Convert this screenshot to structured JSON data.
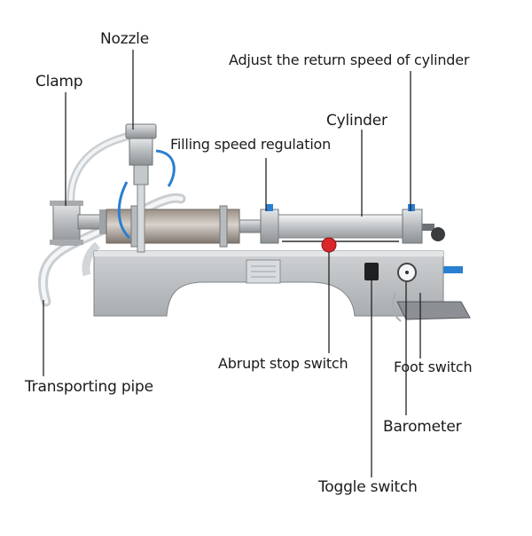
{
  "labels": {
    "nozzle": "Nozzle",
    "clamp": "Clamp",
    "return_speed": "Adjust the return speed of cylinder",
    "cylinder": "Cylinder",
    "filling_speed": "Filling speed regulation",
    "abrupt_stop": "Abrupt stop switch",
    "foot_switch": "Foot switch",
    "transporting_pipe": "Transporting pipe",
    "barometer": "Barometer",
    "toggle_switch": "Toggle switch"
  },
  "colors": {
    "steel": "#b9bcbf",
    "steel_dark": "#8e9296",
    "leader": "#222222",
    "stop_button": "#d8262b",
    "fitting_blue": "#2a7fd0"
  }
}
